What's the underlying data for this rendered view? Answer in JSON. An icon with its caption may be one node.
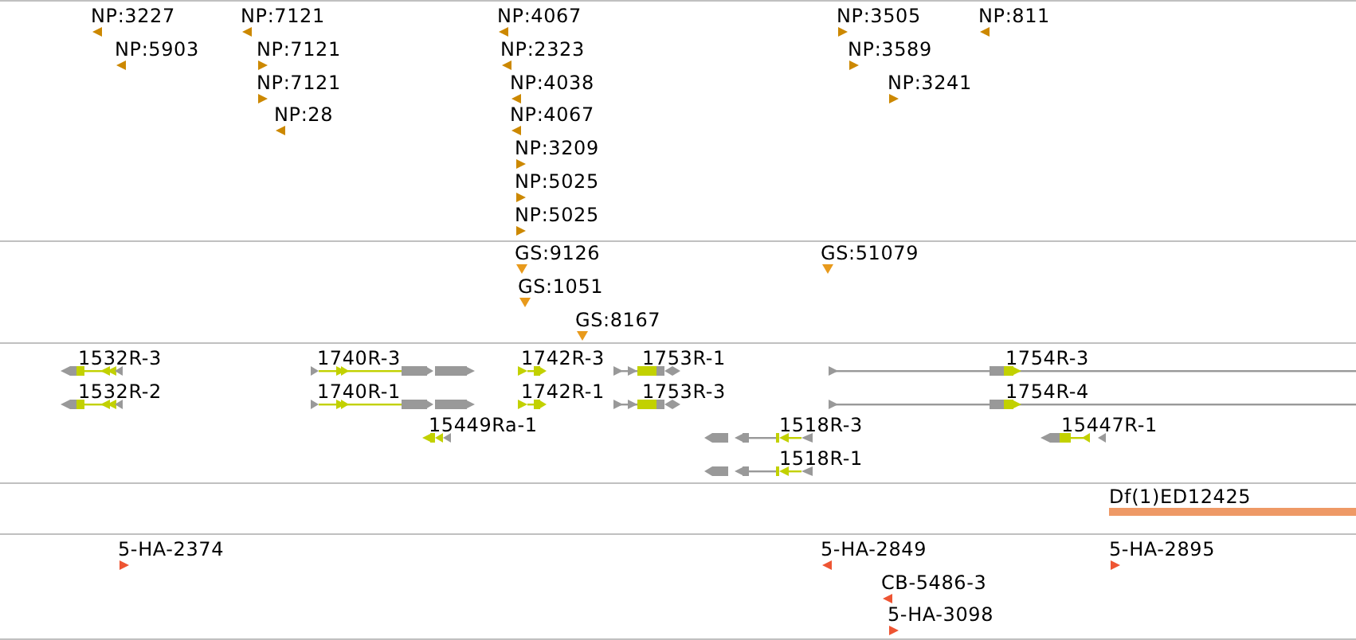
{
  "diagram": {
    "labels": [
      "NP:3227",
      "NP:7121",
      "NP:4067",
      "NP:3505",
      "NP:811",
      "NP:5903",
      "NP:7121",
      "NP:2323",
      "NP:3589",
      "NP:7121",
      "NP:4038",
      "NP:3241",
      "NP:28",
      "NP:4067",
      "NP:3209",
      "NP:5025",
      "NP:5025",
      "GS:9126",
      "GS:51079",
      "GS:1051",
      "GS:8167",
      "1532R-3",
      "1740R-3",
      "1742R-3",
      "1753R-1",
      "1754R-3",
      "1532R-2",
      "1740R-1",
      "1742R-1",
      "1753R-3",
      "1754R-4",
      "15449Ra-1",
      "1518R-3",
      "15447R-1",
      "1518R-1",
      "Df(1)ED12425",
      "5-HA-2374",
      "5-HA-2849",
      "5-HA-2895",
      "CB-5486-3",
      "5-HA-3098"
    ]
  }
}
